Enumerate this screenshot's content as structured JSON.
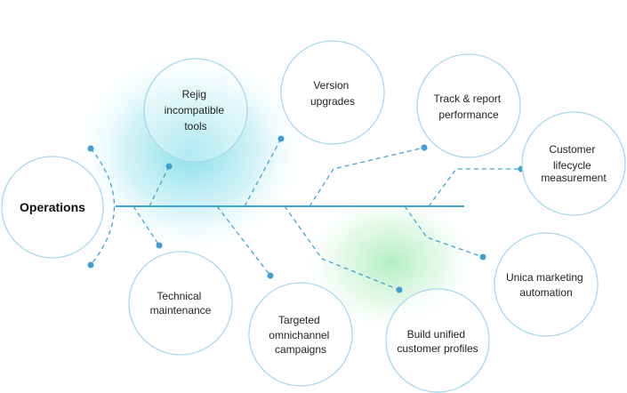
{
  "diagram": {
    "colors": {
      "line": "#44a3cf",
      "circle_stroke": "#a9d7ee",
      "dot": "#3f9fd0",
      "glow_blue": "#7fdde9",
      "glow_green": "#aeedbd",
      "text": "#222222"
    },
    "root": {
      "label": "Operations"
    },
    "nodes": [
      {
        "id": "rejig",
        "lines": [
          "Rejig",
          "incompatible",
          "tools"
        ]
      },
      {
        "id": "version",
        "lines": [
          "Version",
          "upgrades"
        ]
      },
      {
        "id": "track",
        "lines": [
          "Track & report",
          "performance"
        ]
      },
      {
        "id": "customer-lifecycle",
        "lines": [
          "Customer",
          "lifecycle",
          "measurement"
        ]
      },
      {
        "id": "technical",
        "lines": [
          "Technical",
          "maintenance"
        ]
      },
      {
        "id": "targeted",
        "lines": [
          "Targeted",
          "omnichannel",
          "campaigns"
        ]
      },
      {
        "id": "unified",
        "lines": [
          "Build unified",
          "customer profiles"
        ]
      },
      {
        "id": "unica",
        "lines": [
          "Unica marketing",
          "automation"
        ]
      }
    ]
  }
}
